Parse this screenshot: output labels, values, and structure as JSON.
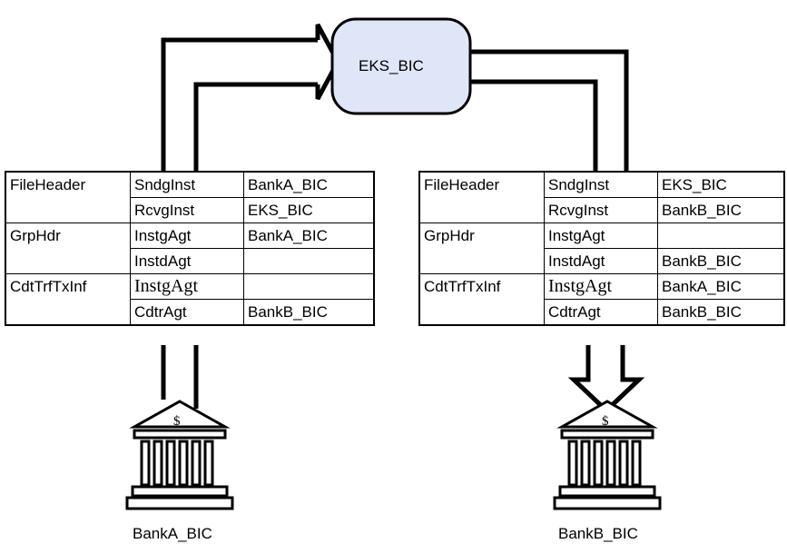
{
  "central_node": {
    "label": "EKS_BIC"
  },
  "banks": {
    "a": {
      "label": "BankA_BIC",
      "icon": "bank-icon",
      "symbol": "$"
    },
    "b": {
      "label": "BankB_BIC",
      "icon": "bank-icon",
      "symbol": "$"
    }
  },
  "table_a": {
    "rows": [
      {
        "c1": "FileHeader",
        "c2": "SndgInst",
        "c3": "BankA_BIC"
      },
      {
        "c1": "",
        "c2": "RcvgInst",
        "c3": "EKS_BIC"
      },
      {
        "c1": "GrpHdr",
        "c2": "InstgAgt",
        "c3": "BankA_BIC"
      },
      {
        "c1": "",
        "c2": "InstdAgt",
        "c3": ""
      },
      {
        "c1": "CdtTrfTxInf",
        "c2": "InstgAgt",
        "c3": ""
      },
      {
        "c1": "",
        "c2": "CdtrAgt",
        "c3": "BankB_BIC"
      }
    ]
  },
  "table_b": {
    "rows": [
      {
        "c1": "FileHeader",
        "c2": "SndgInst",
        "c3": "EKS_BIC"
      },
      {
        "c1": "",
        "c2": "RcvgInst",
        "c3": "BankB_BIC"
      },
      {
        "c1": "GrpHdr",
        "c2": "InstgAgt",
        "c3": ""
      },
      {
        "c1": "",
        "c2": "InstdAgt",
        "c3": "BankB_BIC"
      },
      {
        "c1": "CdtTrfTxInf",
        "c2": "InstgAgt",
        "c3": "BankA_BIC"
      },
      {
        "c1": "",
        "c2": "CdtrAgt",
        "c3": "BankB_BIC"
      }
    ]
  },
  "colors": {
    "node_fill": "#dfe6f7",
    "line": "#000000",
    "background": "#ffffff"
  }
}
